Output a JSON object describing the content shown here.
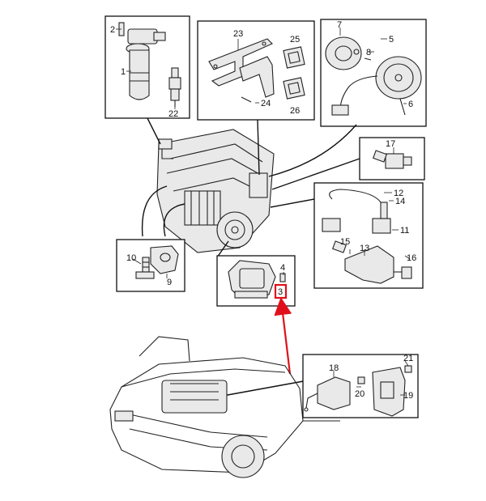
{
  "callouts": {
    "c1": "1",
    "c2": "2",
    "c3": "3",
    "c4": "4",
    "c5": "5",
    "c6": "6",
    "c7": "7",
    "c8": "8",
    "c9": "9",
    "c10": "10",
    "c11": "11",
    "c12": "12",
    "c13": "13",
    "c14": "14",
    "c15": "15",
    "c16": "16",
    "c17": "17",
    "c18": "18",
    "c19": "19",
    "c20": "20",
    "c21": "21",
    "c22": "22",
    "c23": "23",
    "c24": "24",
    "c25": "25",
    "c26": "26"
  },
  "colors": {
    "highlight": "#e0101a",
    "ink": "#111111"
  }
}
